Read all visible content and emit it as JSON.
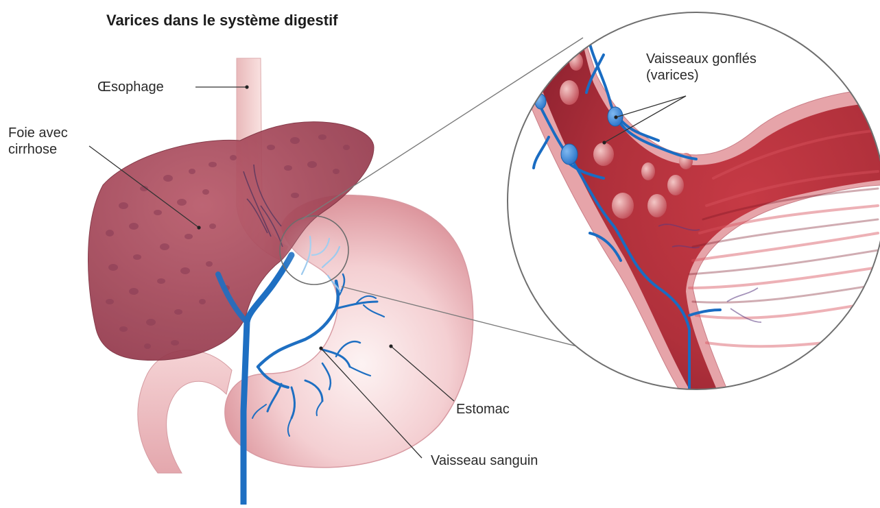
{
  "figure": {
    "title": "Varices dans le système digestif"
  },
  "labels": {
    "esophagus": "Œsophage",
    "liver": "Foie avec\ncirrhose",
    "swollen_vessels": "Vaisseaux gonflés\n(varices)",
    "stomach": "Estomac",
    "blood_vessel": "Vaisseau sanguin"
  },
  "colors": {
    "liver": "#a94b5c",
    "liver_spots": "#8c3447",
    "stomach": "#f2c6c9",
    "vessel": "#1c6fc4",
    "interior_wall": "#b02a35",
    "outline": "#555555"
  }
}
